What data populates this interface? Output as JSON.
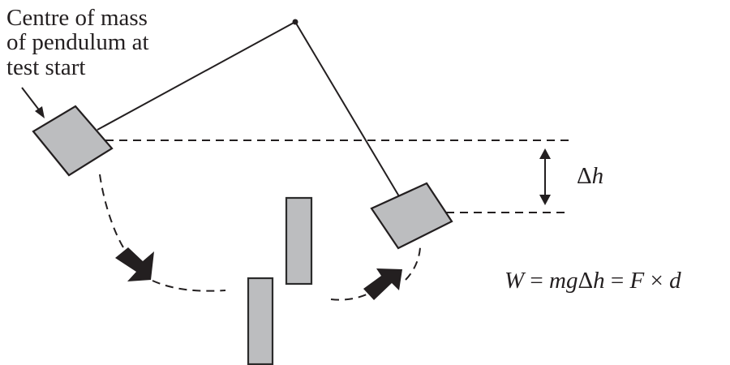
{
  "diagram": {
    "title": "Pendulum impact test energy diagram",
    "label_lines": [
      "Centre of mass",
      "of pendulum at",
      "test start"
    ],
    "delta_h": {
      "symbol": "Δ",
      "variable": "h"
    },
    "equation": {
      "W": "W",
      "eq1": "=",
      "mg": "mg",
      "delta": "Δ",
      "h": "h",
      "eq2": "=",
      "F": "F",
      "times": "×",
      "d": "d"
    },
    "colors": {
      "ink": "#231f20",
      "mass_fill": "#bcbdbf",
      "background": "#ffffff"
    },
    "elements": {
      "pivot": "pivot-point",
      "start_mass": "pendulum-mass-start",
      "end_mass": "pendulum-mass-end",
      "specimen_blocks": 2,
      "motion_arrows": 2
    }
  }
}
